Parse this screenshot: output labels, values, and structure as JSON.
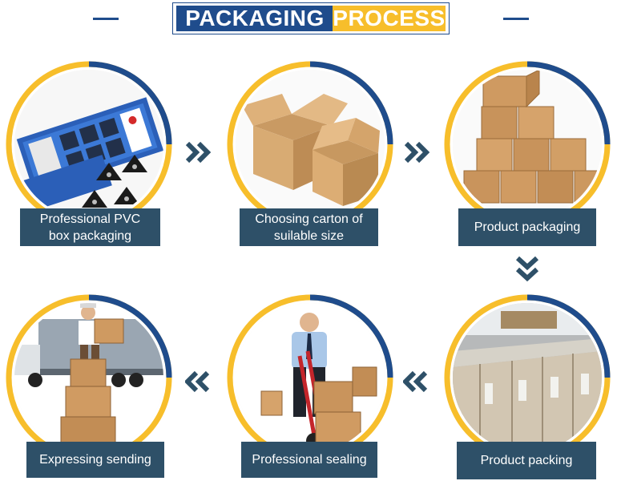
{
  "header": {
    "title_part1": "PACKAGING",
    "title_part2": "PROCESS"
  },
  "colors": {
    "navy": "#1f4c8c",
    "gold": "#f7be2b",
    "caption_bg": "#2e5068",
    "arrow": "#2e5068"
  },
  "steps": [
    {
      "label": "Professional PVC\nbox packaging"
    },
    {
      "label": "Choosing carton of\nsuilable size"
    },
    {
      "label": "Product packaging"
    },
    {
      "label": "Product packing"
    },
    {
      "label": "Professional sealing"
    },
    {
      "label": "Expressing sending"
    }
  ]
}
